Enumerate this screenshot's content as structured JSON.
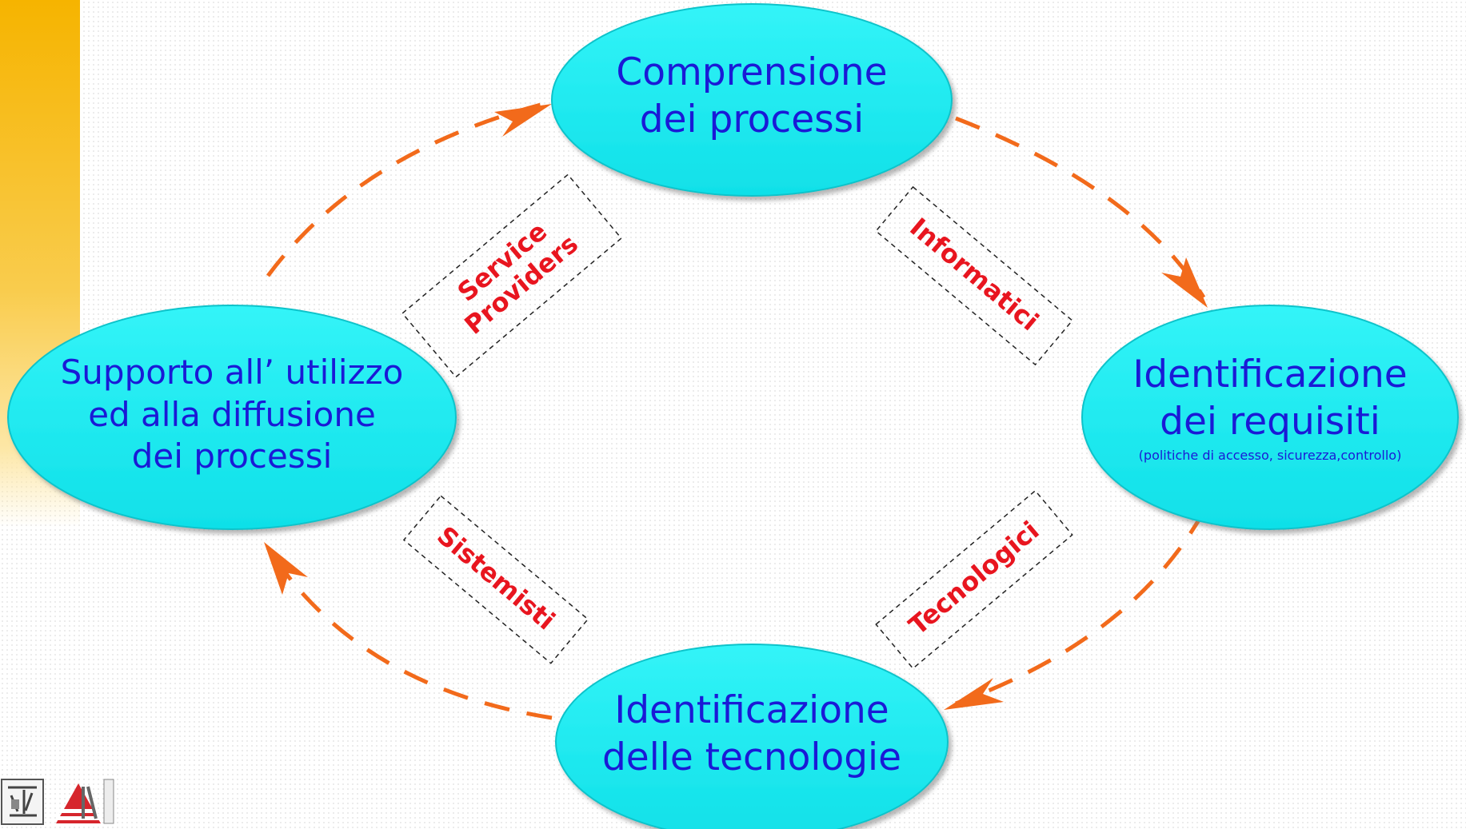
{
  "nodes": {
    "comprensione": {
      "lines": [
        "Comprensione",
        "dei processi"
      ]
    },
    "identificazione_requisiti": {
      "lines": [
        "Identificazione",
        "dei requisiti"
      ],
      "note": "(politiche di accesso, sicurezza,controllo)"
    },
    "identificazione_tecnologie": {
      "lines": [
        "Identificazione",
        "delle tecnologie"
      ]
    },
    "supporto": {
      "lines": [
        "Supporto all’ utilizzo",
        "ed alla diffusione",
        "dei processi"
      ]
    }
  },
  "roles": {
    "service_providers": [
      "Service",
      "Providers"
    ],
    "informatici": [
      "Informatici"
    ],
    "tecnologici": [
      "Tecnologici"
    ],
    "sistemisti": [
      "Sistemisti"
    ]
  },
  "colors": {
    "node_fill": "#1ff0f5",
    "node_text": "#1a1ad6",
    "arrow": "#f26a1b",
    "role_text": "#e8151f",
    "accent_band": "#f6b400"
  },
  "icons": {
    "logo_left": "institution-logo-icon",
    "logo_right": "company-logo-icon"
  }
}
